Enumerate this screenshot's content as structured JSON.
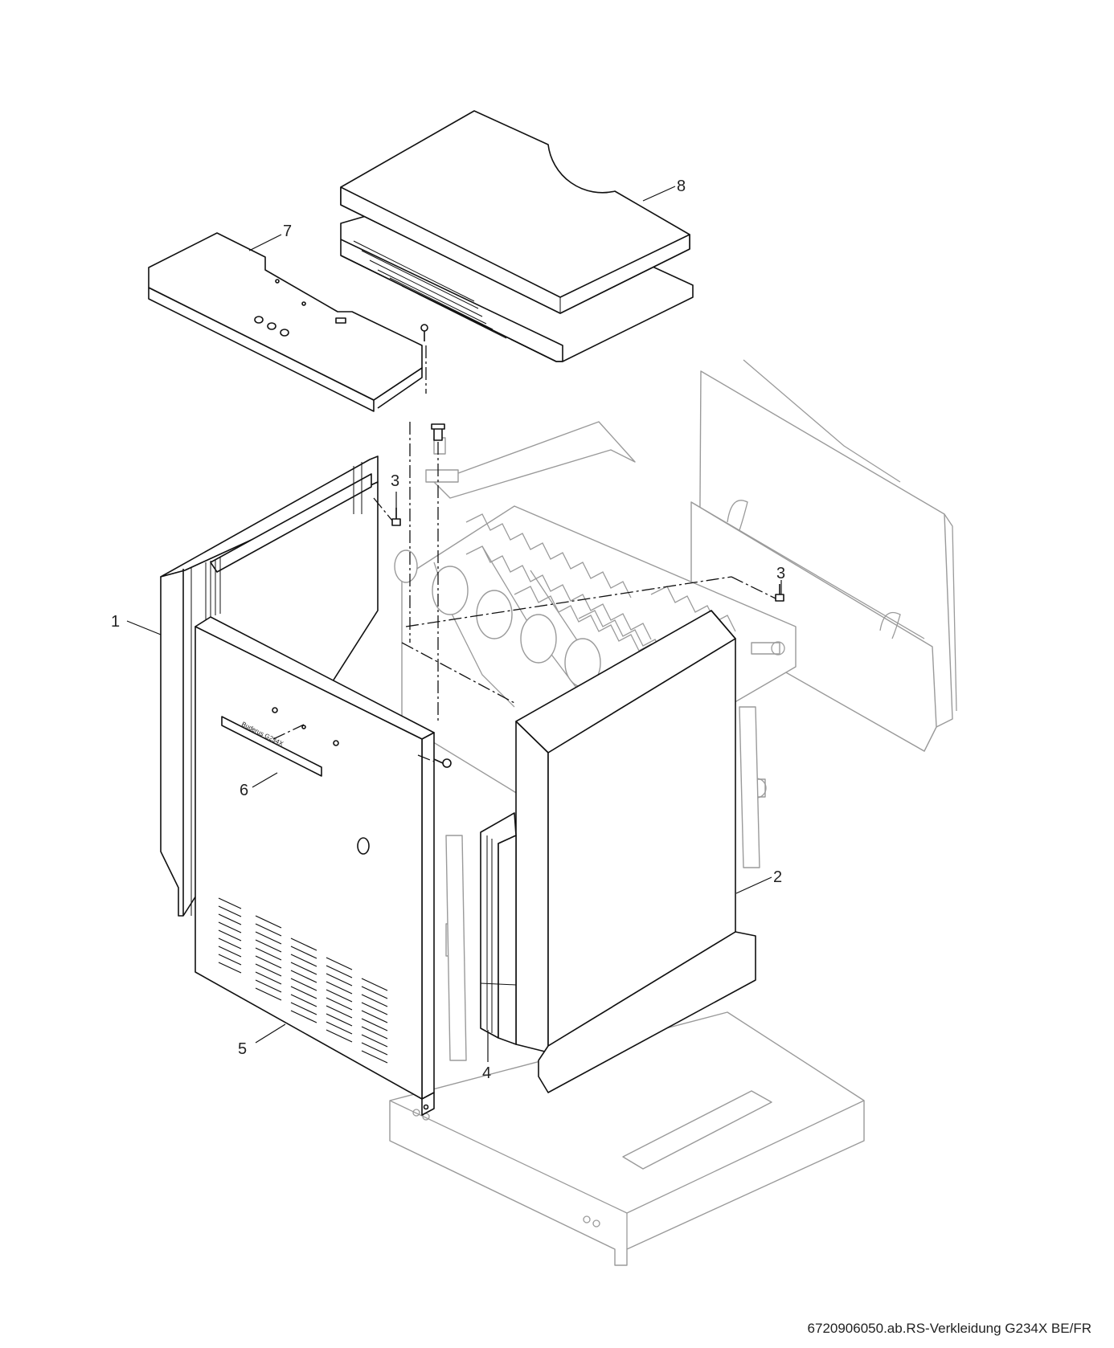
{
  "callouts": {
    "c1": "1",
    "c2": "2",
    "c3a": "3",
    "c3b": "3",
    "c4": "4",
    "c5": "5",
    "c6": "6",
    "c7": "7",
    "c8": "8"
  },
  "label_plate_text": "Buderus G234X",
  "footer_caption": "6720906050.ab.RS-Verkleidung G234X BE/FR"
}
